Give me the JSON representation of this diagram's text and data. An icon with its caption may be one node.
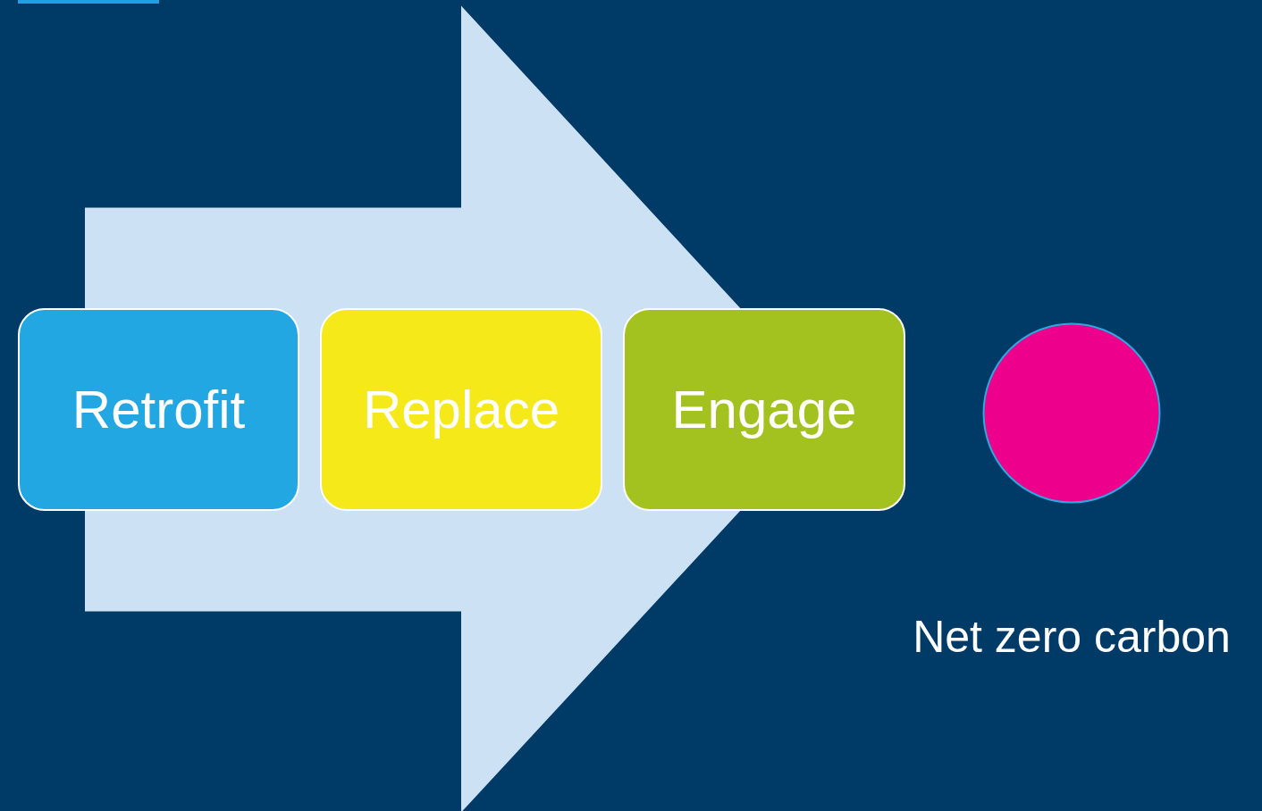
{
  "diagram": {
    "nodes": [
      {
        "text": [
          "Retrofit"
        ]
      },
      {
        "text": [
          "Replace"
        ]
      },
      {
        "text": [
          "Engage"
        ]
      },
      {
        "text": [],
        "shape": "circle",
        "beside": [
          "Net zero carbon"
        ]
      }
    ],
    "edges": [
      {
        "from": 0,
        "to": 2,
        "arrow": "to"
      }
    ]
  }
}
